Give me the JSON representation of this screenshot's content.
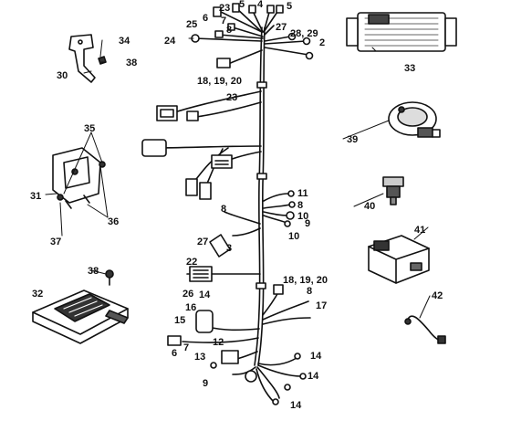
{
  "colors": {
    "ink": "#111111",
    "paper": "#ffffff",
    "shade": "#6b6b6b",
    "dark": "#2a2a2a"
  },
  "callouts": {
    "c1": "23",
    "c2": "5",
    "c3": "4",
    "c4": "5",
    "c5": "6",
    "c6": "25",
    "c7": "7",
    "c8": "27",
    "c9": "28, 29",
    "c10": "8",
    "c11": "24",
    "c12": "2",
    "c13": "18, 19, 20",
    "c14": "23",
    "c15": "34",
    "c16": "38",
    "c17": "30",
    "c18": "33",
    "c19": "39",
    "c20": "35",
    "c21": "31",
    "c22": "36",
    "c23": "37",
    "c24": "11",
    "c25": "8",
    "c26": "10",
    "c27": "9",
    "c28": "10",
    "c29": "8",
    "c30": "40",
    "c31": "27",
    "c32": "3",
    "c33": "22",
    "c34": "41",
    "c35": "38",
    "c36": "26",
    "c37": "18, 19, 20",
    "c38": "8",
    "c39": "32",
    "c40": "14",
    "c41": "16",
    "c42": "17",
    "c43": "42",
    "c44": "15",
    "c45": "6",
    "c46": "7",
    "c47": "12",
    "c48": "13",
    "c49": "14",
    "c50": "9",
    "c51": "14",
    "c52": "14"
  }
}
